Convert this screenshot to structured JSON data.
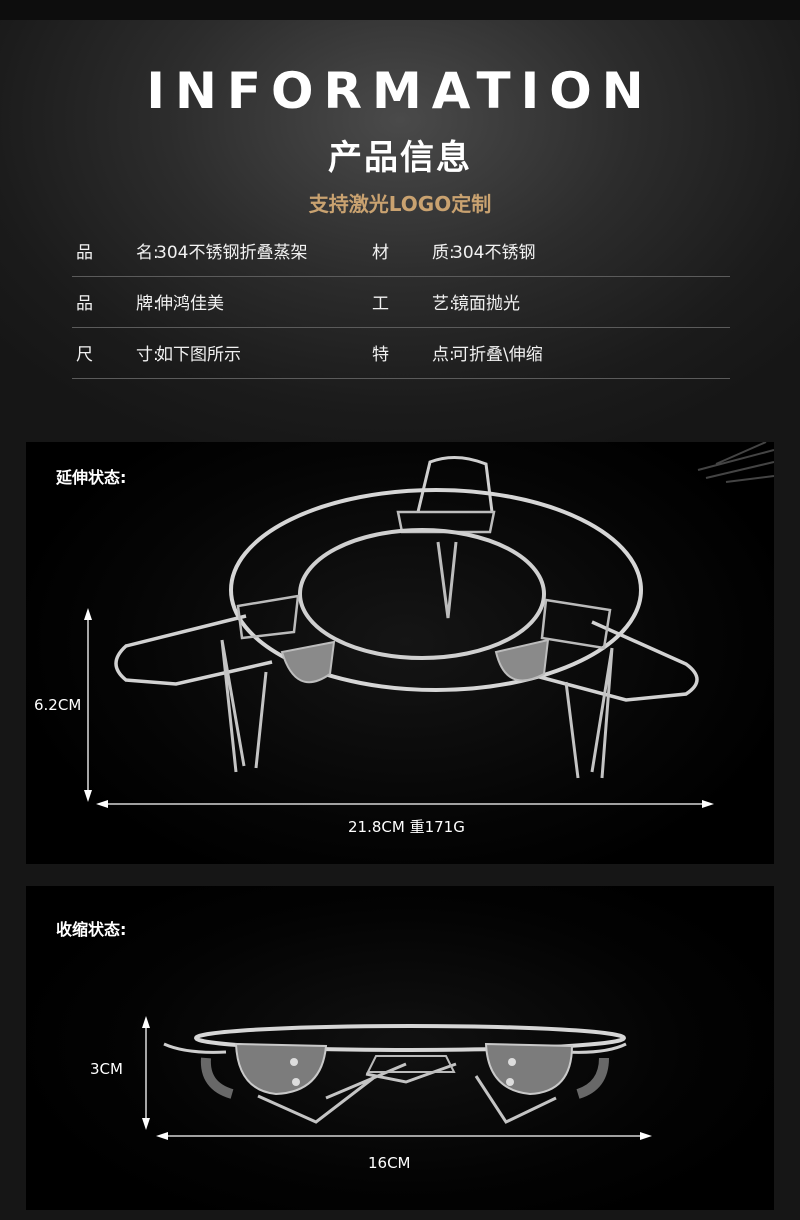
{
  "header": {
    "title": "INFORMATION",
    "subtitle": "产品信息",
    "tagline": "支持激光LOGO定制"
  },
  "info": [
    {
      "l1": "品",
      "l2": "名:",
      "v1": "304不锈钢折叠蒸架",
      "r1": "材",
      "r2": "质:",
      "rv": "304不锈钢"
    },
    {
      "l1": "品",
      "l2": "牌:",
      "v1": "伸鸿佳美",
      "r1": "工",
      "r2": "艺:",
      "rv": "镜面抛光"
    },
    {
      "l1": "尺",
      "l2": "寸:",
      "v1": "如下图所示",
      "r1": "特",
      "r2": "点:",
      "rv": "可折叠\\伸缩"
    }
  ],
  "extended": {
    "label": "延伸状态:",
    "height": "6.2CM",
    "width": "21.8CM 重171G"
  },
  "collapsed": {
    "label": "收缩状态:",
    "height": "3CM",
    "width": "16CM"
  },
  "colors": {
    "accent": "#c9a270",
    "divider": "#5b5b5b",
    "steel": "#c8c8c8"
  }
}
